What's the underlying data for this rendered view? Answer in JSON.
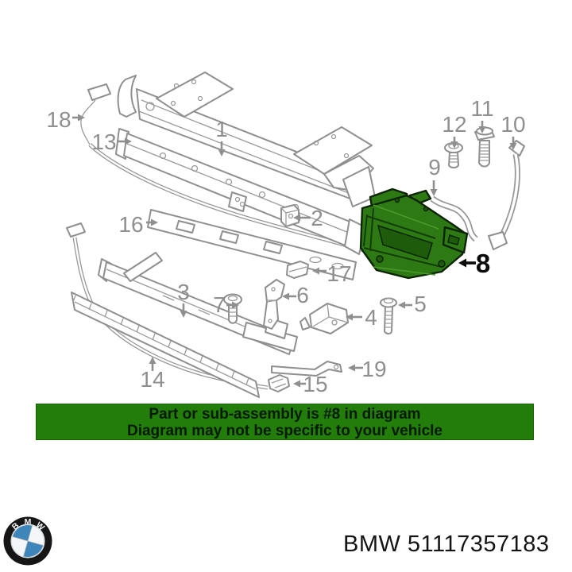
{
  "diagram": {
    "highlighted_part": "8",
    "labels": [
      "1",
      "2",
      "3",
      "4",
      "5",
      "6",
      "7",
      "8",
      "9",
      "10",
      "11",
      "12",
      "13",
      "14",
      "15",
      "16",
      "17",
      "18",
      "19"
    ],
    "colors": {
      "line_gray": "#8f8f8f",
      "label_gray": "#8f8f8f",
      "highlight_green": "#2d7a14",
      "highlight_label_black": "#0a0a0a"
    }
  },
  "banner": {
    "line1": "Part or sub-assembly is #8 in diagram",
    "line2": "Diagram may not be specific to your vehicle",
    "bg_color": "#237d0a",
    "text_color": "#031a00"
  },
  "footer": {
    "text": "BMW 51117357183",
    "brand": "BMW",
    "part_number": "51117357183"
  },
  "logo": {
    "b": "B",
    "m": "M",
    "w": "W",
    "blue": "#3e86ba",
    "black": "#161616"
  }
}
